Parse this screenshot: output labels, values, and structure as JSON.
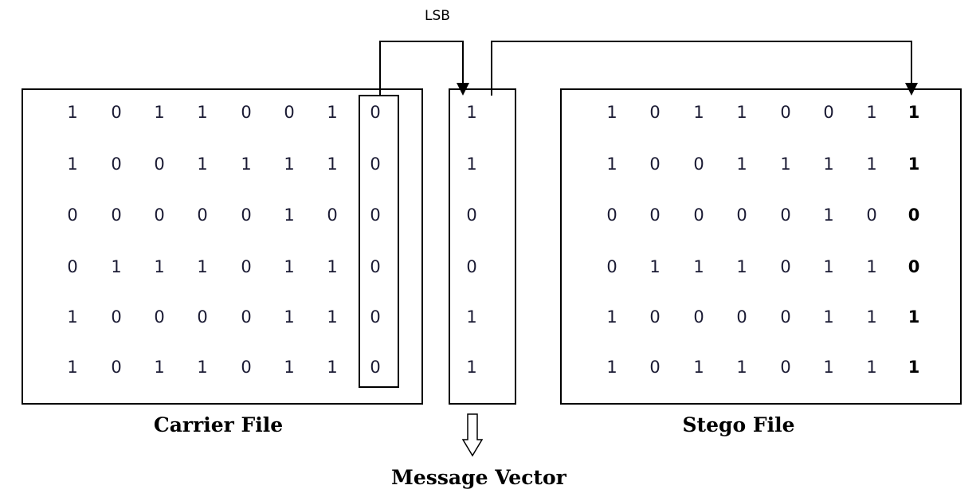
{
  "labels": {
    "lsb": "LSB",
    "carrier": "Carrier File",
    "stego": "Stego File",
    "message": "Message Vector"
  },
  "carrier_bits": [
    [
      "1",
      "0",
      "1",
      "1",
      "0",
      "0",
      "1",
      "0"
    ],
    [
      "1",
      "0",
      "0",
      "1",
      "1",
      "1",
      "1",
      "0"
    ],
    [
      "0",
      "0",
      "0",
      "0",
      "0",
      "1",
      "0",
      "0"
    ],
    [
      "0",
      "1",
      "1",
      "1",
      "0",
      "1",
      "1",
      "0"
    ],
    [
      "1",
      "0",
      "0",
      "0",
      "0",
      "1",
      "1",
      "0"
    ],
    [
      "1",
      "0",
      "1",
      "1",
      "0",
      "1",
      "1",
      "0"
    ]
  ],
  "message_bits": [
    "1",
    "1",
    "0",
    "0",
    "1",
    "1"
  ],
  "stego_bits": [
    [
      "1",
      "0",
      "1",
      "1",
      "0",
      "0",
      "1",
      "1"
    ],
    [
      "1",
      "0",
      "0",
      "1",
      "1",
      "1",
      "1",
      "1"
    ],
    [
      "0",
      "0",
      "0",
      "0",
      "0",
      "1",
      "0",
      "0"
    ],
    [
      "0",
      "1",
      "1",
      "1",
      "0",
      "1",
      "1",
      "0"
    ],
    [
      "1",
      "0",
      "0",
      "0",
      "0",
      "1",
      "1",
      "1"
    ],
    [
      "1",
      "0",
      "1",
      "1",
      "0",
      "1",
      "1",
      "1"
    ]
  ]
}
